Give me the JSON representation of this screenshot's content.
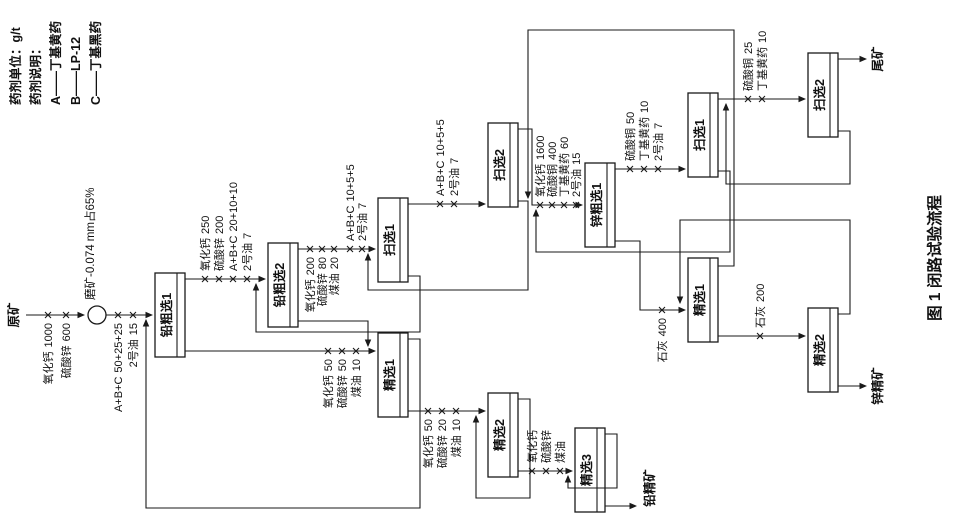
{
  "figure_caption": "图 1  闭路试验流程",
  "legend": {
    "unit": "药剂单位：g/t",
    "note": "药剂说明：",
    "item_a": "A——丁基黄药",
    "item_b": "B——LP-12",
    "item_c": "C——丁基黑药"
  },
  "labels": {
    "feed": "原矿",
    "grind": "磨矿-0.074 mm占65%",
    "pb_rough1": "铅粗选1",
    "pb_rough2": "铅粗选2",
    "pb_scav1": "扫选1",
    "pb_scav2": "扫选2",
    "pb_clean1": "精选1",
    "pb_clean2": "精选2",
    "pb_clean3": "精选3",
    "pb_conc": "铅精矿",
    "zn_rough1": "锌粗选1",
    "zn_scav1": "扫选1",
    "zn_scav2": "扫选2",
    "zn_clean1": "精选1",
    "zn_clean2": "精选2",
    "zn_conc": "锌精矿",
    "tailings": "尾矿"
  },
  "reagents": {
    "mill": [
      {
        "n": "氧化钙",
        "v": "1000"
      },
      {
        "n": "硫酸锌",
        "v": "600"
      }
    ],
    "pb_rough1": [
      {
        "n": "A+B+C",
        "v": "50+25+25"
      },
      {
        "n": "2号油",
        "v": "15"
      }
    ],
    "pb_rough2": [
      {
        "n": "氧化钙",
        "v": "250"
      },
      {
        "n": "硫酸锌",
        "v": "200"
      },
      {
        "n": "A+B+C",
        "v": "20+10+10"
      },
      {
        "n": "2号油",
        "v": "7"
      }
    ],
    "pb_scav1_a": [
      {
        "n": "氧化钙",
        "v": "200"
      },
      {
        "n": "硫酸锌",
        "v": "80"
      },
      {
        "n": "煤油",
        "v": "20"
      }
    ],
    "pb_scav1_b": [
      {
        "n": "A+B+C",
        "v": "10+5+5"
      },
      {
        "n": "2号油",
        "v": "7"
      }
    ],
    "pb_scav2": [
      {
        "n": "A+B+C",
        "v": "10+5+5"
      },
      {
        "n": "2号油",
        "v": "7"
      }
    ],
    "pb_clean1": [
      {
        "n": "氧化钙",
        "v": "50"
      },
      {
        "n": "硫酸锌",
        "v": "50"
      },
      {
        "n": "煤油",
        "v": "10"
      }
    ],
    "pb_clean2": [
      {
        "n": "氧化钙",
        "v": "50"
      },
      {
        "n": "硫酸锌",
        "v": "20"
      },
      {
        "n": "煤油",
        "v": "10"
      }
    ],
    "pb_clean3": [
      {
        "n": "氧化钙",
        "v": ""
      },
      {
        "n": "硫酸锌",
        "v": ""
      },
      {
        "n": "煤油",
        "v": ""
      }
    ],
    "zn_rough1": [
      {
        "n": "氧化钙",
        "v": "1600"
      },
      {
        "n": "硫酸铜",
        "v": "400"
      },
      {
        "n": "丁基黄药",
        "v": "60"
      },
      {
        "n": "2号油",
        "v": "15"
      }
    ],
    "zn_scav1": [
      {
        "n": "硫酸铜",
        "v": "50"
      },
      {
        "n": "丁基黄药",
        "v": "10"
      },
      {
        "n": "2号油",
        "v": "7"
      }
    ],
    "zn_scav2": [
      {
        "n": "硫酸铜",
        "v": "25"
      },
      {
        "n": "丁基黄药",
        "v": "10"
      }
    ],
    "zn_clean1": [
      {
        "n": "石灰",
        "v": "400"
      }
    ],
    "zn_clean2": [
      {
        "n": "石灰",
        "v": "200"
      }
    ]
  }
}
